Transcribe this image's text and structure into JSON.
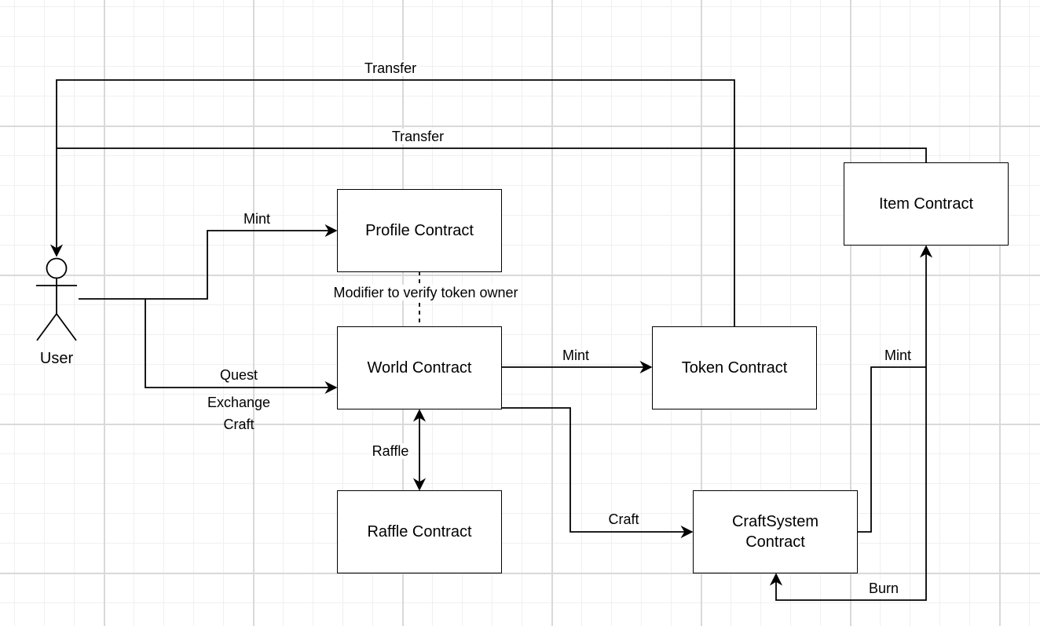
{
  "actor": {
    "name": "User"
  },
  "boxes": {
    "profile": "Profile Contract",
    "world": "World Contract",
    "raffle": "Raffle Contract",
    "token": "Token Contract",
    "item": "Item Contract",
    "craft_line1": "CraftSystem",
    "craft_line2": "Contract"
  },
  "edge_labels": {
    "transfer_top": "Transfer",
    "transfer_item": "Transfer",
    "mint_profile": "Mint",
    "modifier": "Modifier to verify token owner",
    "quest": "Quest",
    "exchange": "Exchange",
    "craft_user": "Craft",
    "mint_token": "Mint",
    "raffle": "Raffle",
    "craft_system": "Craft",
    "mint_item": "Mint",
    "burn": "Burn"
  },
  "colors": {
    "line": "#000000",
    "grid_major": "#d9d9d9",
    "grid_minor": "#f0f0f0",
    "background": "#ffffff"
  }
}
